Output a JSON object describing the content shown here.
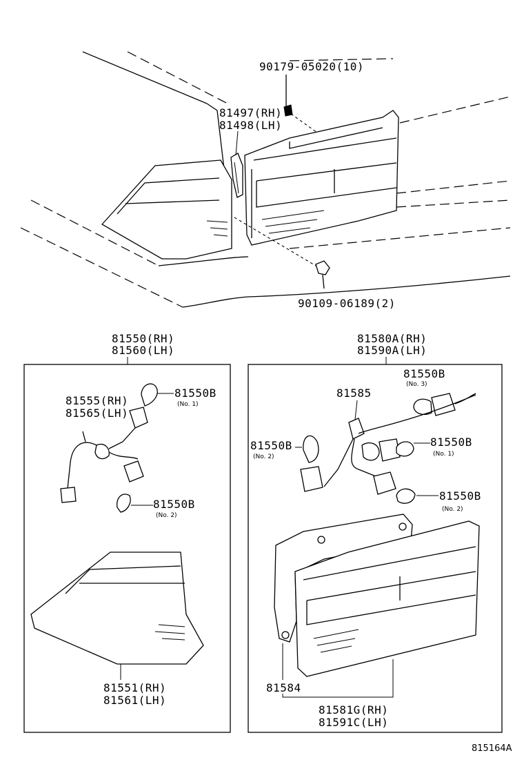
{
  "top_callouts": {
    "bolt": "90179-05020(10)",
    "bracket_rh": "81497(RH)",
    "bracket_lh": "81498(LH)",
    "screw": "90109-06189(2)"
  },
  "left_group": {
    "assy_rh": "81550(RH)",
    "assy_lh": "81560(LH)",
    "socket_rh": "81555(RH)",
    "socket_lh": "81565(LH)",
    "bulb_no1": "81550B",
    "bulb_no1_note": "(No. 1)",
    "bulb_no2": "81550B",
    "bulb_no2_note": "(No. 2)",
    "lens_rh": "81551(RH)",
    "lens_lh": "81561(LH)"
  },
  "right_group": {
    "assy_rh": "81580A(RH)",
    "assy_lh": "81590A(LH)",
    "socket": "81585",
    "bulb_no3": "81550B",
    "bulb_no3_note": "(No. 3)",
    "bulb_no2": "81550B",
    "bulb_no2_note": "(No. 2)",
    "bulb_no1": "81550B",
    "bulb_no1_note": "(No. 1)",
    "bulb_no2b": "81550B",
    "bulb_no2b_note": "(No. 2)",
    "gasket": "81584",
    "lens_rh": "81581G(RH)",
    "lens_lh": "81591C(LH)"
  },
  "figure_ref": "815164A"
}
